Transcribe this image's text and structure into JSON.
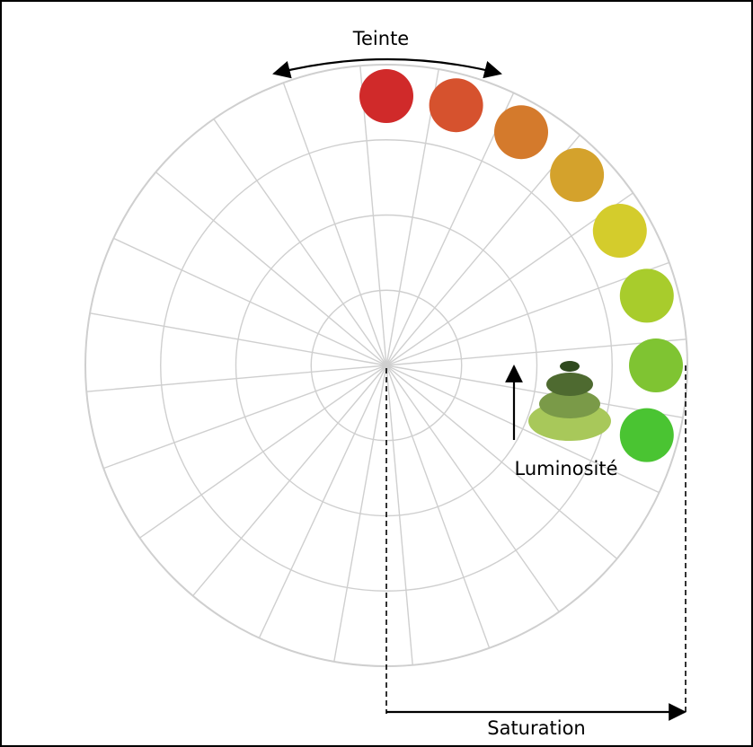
{
  "labels": {
    "hue": "Teinte",
    "lightness": "Luminosité",
    "saturation": "Saturation"
  },
  "wheel": {
    "sector_count": 24,
    "ring_count": 4,
    "grid_color": "#cfcfcf"
  },
  "hue_swatches": [
    {
      "name": "red",
      "color": "#d02a2a"
    },
    {
      "name": "red-orange",
      "color": "#d6522e"
    },
    {
      "name": "orange",
      "color": "#d47a2c"
    },
    {
      "name": "amber",
      "color": "#d4a22c"
    },
    {
      "name": "yellow",
      "color": "#d4cc2c"
    },
    {
      "name": "yellow-green",
      "color": "#a8cc2c"
    },
    {
      "name": "lime",
      "color": "#7fc432"
    },
    {
      "name": "green",
      "color": "#4ac432"
    }
  ],
  "lightness_stack": [
    {
      "level": 1,
      "color": "#a8c85a"
    },
    {
      "level": 2,
      "color": "#7a9a48"
    },
    {
      "level": 3,
      "color": "#4e6a30"
    },
    {
      "level": 4,
      "color": "#2f4a1e"
    }
  ]
}
